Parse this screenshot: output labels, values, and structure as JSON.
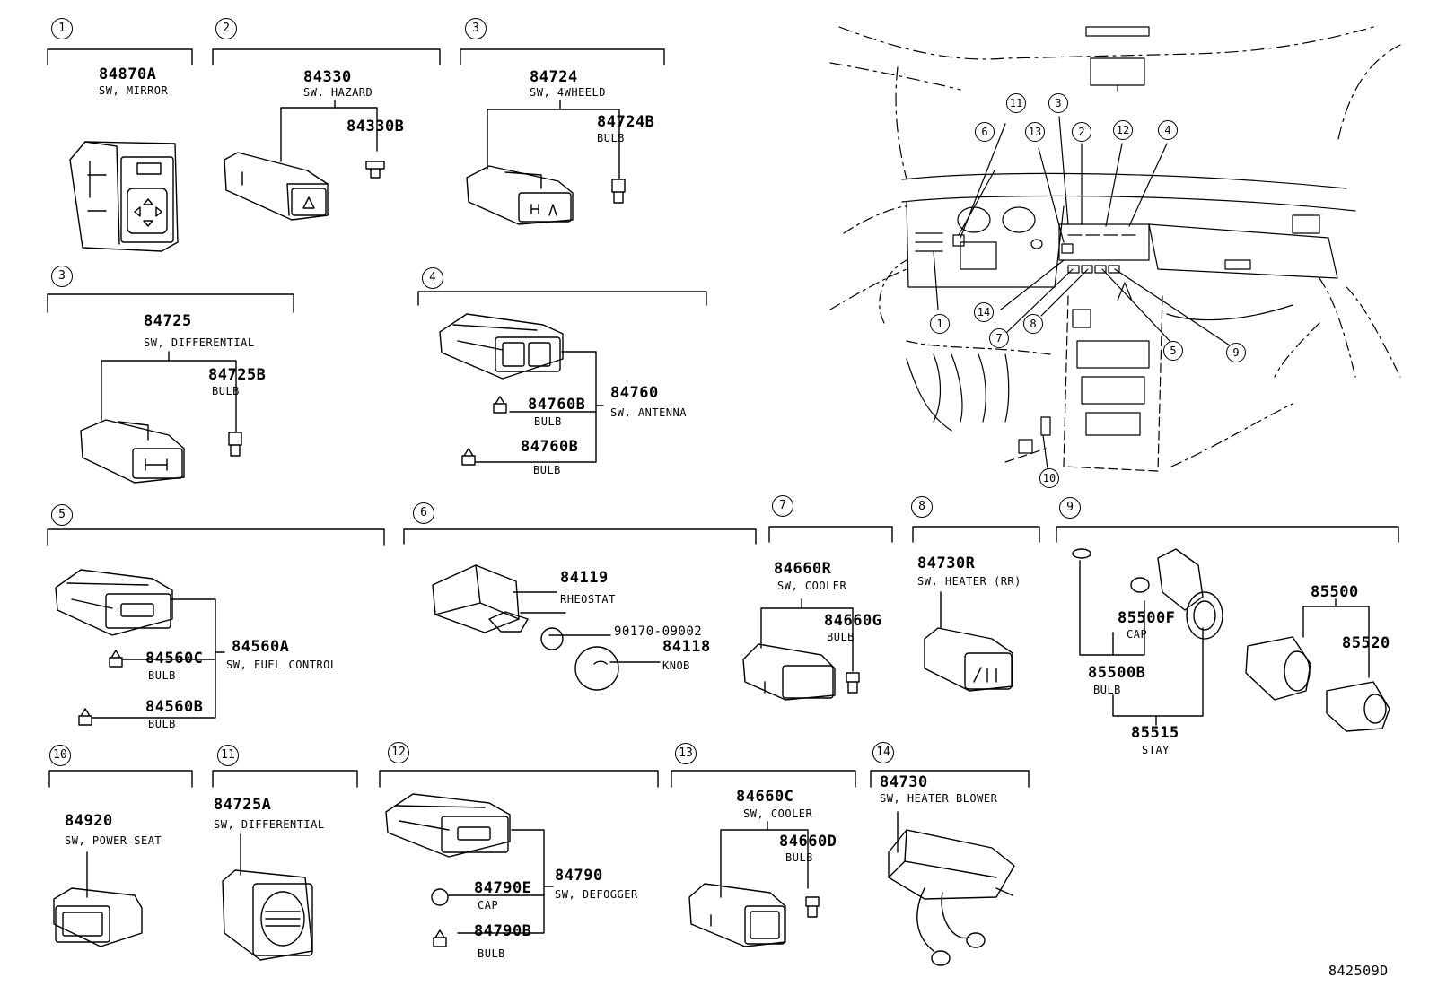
{
  "sections": [
    {
      "num": "1",
      "part": "84870A",
      "desc": "SW, MIRROR"
    },
    {
      "num": "2",
      "part": "84330",
      "desc": "SW, HAZARD",
      "sub": [
        {
          "part": "84330B"
        }
      ]
    },
    {
      "num": "3",
      "part": "84724",
      "desc": "SW, 4WHEELD",
      "sub": [
        {
          "part": "84724B",
          "desc": "BULB"
        }
      ]
    },
    {
      "num": "3",
      "part": "84725",
      "desc": "SW, DIFFERENTIAL",
      "sub": [
        {
          "part": "84725B",
          "desc": "BULB"
        }
      ]
    },
    {
      "num": "4",
      "part": "84760",
      "desc": "SW, ANTENNA",
      "sub": [
        {
          "part": "84760B",
          "desc": "BULB"
        },
        {
          "part": "84760B",
          "desc": "BULB"
        }
      ]
    },
    {
      "num": "5",
      "part": "84560A",
      "desc": "SW, FUEL CONTROL",
      "sub": [
        {
          "part": "84560C",
          "desc": "BULB"
        },
        {
          "part": "84560B",
          "desc": "BULB"
        }
      ]
    },
    {
      "num": "6",
      "sub": [
        {
          "part": "84119",
          "desc": "RHEOSTAT"
        },
        {
          "part": "90170-09002"
        },
        {
          "part": "84118",
          "desc": "KNOB"
        }
      ]
    },
    {
      "num": "7",
      "part": "84660R",
      "desc": "SW, COOLER",
      "sub": [
        {
          "part": "84660G",
          "desc": "BULB"
        }
      ]
    },
    {
      "num": "8",
      "part": "84730R",
      "desc": "SW, HEATER (RR)"
    },
    {
      "num": "9",
      "sub": [
        {
          "part": "85500F",
          "desc": "CAP"
        },
        {
          "part": "85500B",
          "desc": "BULB"
        },
        {
          "part": "85515",
          "desc": "STAY"
        },
        {
          "part": "85500"
        },
        {
          "part": "85520"
        }
      ]
    },
    {
      "num": "10",
      "part": "84920",
      "desc": "SW, POWER SEAT"
    },
    {
      "num": "11",
      "part": "84725A",
      "desc": "SW, DIFFERENTIAL"
    },
    {
      "num": "12",
      "part": "84790",
      "desc": "SW, DEFOGGER",
      "sub": [
        {
          "part": "84790E",
          "desc": "CAP"
        },
        {
          "part": "84790B",
          "desc": "BULB"
        }
      ]
    },
    {
      "num": "13",
      "part": "84660C",
      "desc": "SW, COOLER",
      "sub": [
        {
          "part": "84660D",
          "desc": "BULB"
        }
      ]
    },
    {
      "num": "14",
      "part": "84730",
      "desc": "SW, HEATER BLOWER"
    }
  ],
  "dash_callouts": [
    "11",
    "3",
    "6",
    "13",
    "2",
    "12",
    "4",
    "1",
    "14",
    "7",
    "8",
    "5",
    "9",
    "10"
  ],
  "diagram_code": "842509D"
}
